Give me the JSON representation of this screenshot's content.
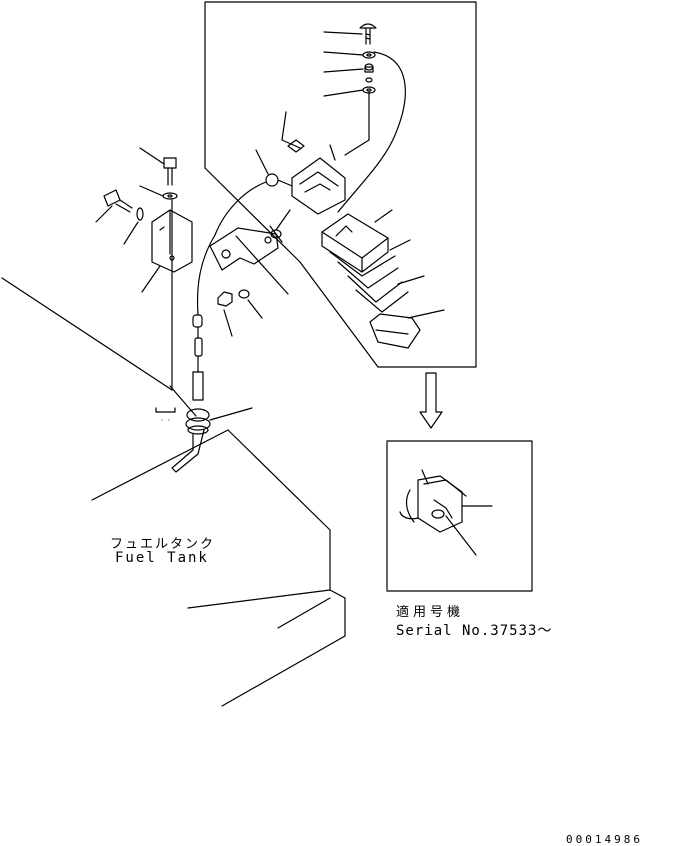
{
  "labels": {
    "fuel_tank_jp": "フュエルタンク",
    "fuel_tank_en": "Fuel Tank",
    "serial_jp": "適用号機",
    "serial_en": "Serial No.37533～",
    "figure_number": "00014986"
  },
  "colors": {
    "line": "#000000",
    "background": "#ffffff"
  }
}
